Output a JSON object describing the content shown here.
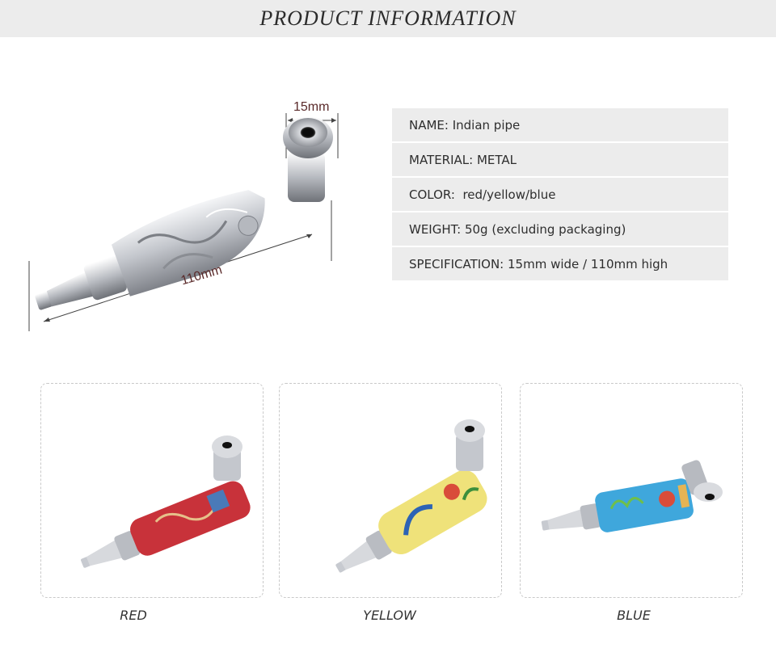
{
  "header": {
    "title": "PRODUCT INFORMATION"
  },
  "figure": {
    "width_label": "15mm",
    "length_label": "110mm"
  },
  "specs": [
    "NAME: Indian pipe",
    "MATERIAL: METAL",
    "COLOR:  red/yellow/blue",
    "WEIGHT: 50g (excluding packaging)",
    "SPECIFICATION: 15mm wide / 110mm high"
  ],
  "variants": [
    {
      "label": "RED",
      "color": "#c8323a"
    },
    {
      "label": "YELLOW",
      "color": "#efe27a"
    },
    {
      "label": "BLUE",
      "color": "#3fa7dc"
    }
  ],
  "colors": {
    "header_bg": "#ececec",
    "spec_bg": "#ececec",
    "silver": "#c9ccd1",
    "dimension_text": "#5a2a2a"
  }
}
